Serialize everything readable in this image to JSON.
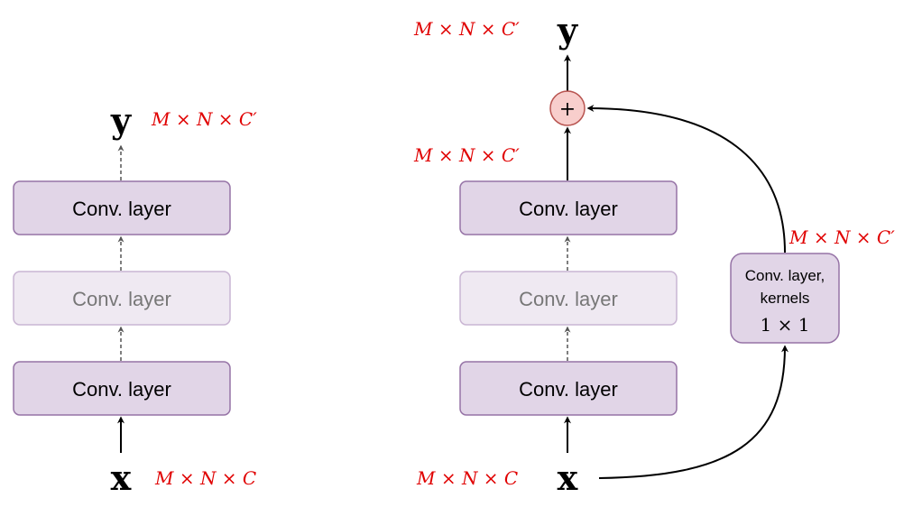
{
  "left_diagram": {
    "output_symbol": "y",
    "output_dims": "M × N × C′",
    "layers": [
      "Conv. layer",
      "Conv. layer",
      "Conv. layer"
    ],
    "input_symbol": "x",
    "input_dims": "M × N × C"
  },
  "right_diagram": {
    "output_symbol": "y",
    "output_dims": "M × N × C′",
    "sum_dims": "M × N × C′",
    "add_symbol": "+",
    "layers": [
      "Conv. layer",
      "Conv. layer",
      "Conv. layer"
    ],
    "input_symbol": "x",
    "input_dims": "M × N × C",
    "shortcut": {
      "line1": "Conv. layer,",
      "line2": "kernels",
      "kernel_size": "1 × 1",
      "dims": "M × N × C′"
    }
  },
  "colors": {
    "box_fill": "#e1d5e7",
    "box_stroke": "#9673a6",
    "faded_fill": "#efe9f2",
    "faded_stroke": "#c9b5d3",
    "faded_text": "#777777",
    "dims_text": "#e00000",
    "add_fill": "#f8cecc",
    "add_stroke": "#b85450"
  }
}
